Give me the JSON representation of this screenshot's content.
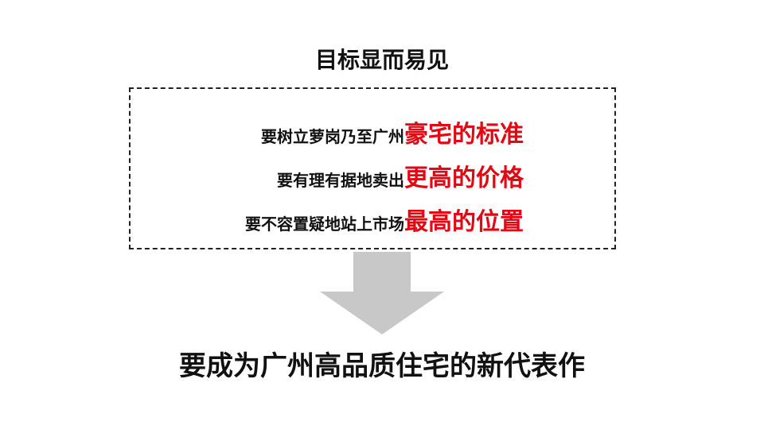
{
  "title": "目标显而易见",
  "lines": [
    {
      "prefix": "要树立萝岗乃至广州",
      "highlight": "豪宅的标准"
    },
    {
      "prefix": "要有理有据地卖出",
      "highlight": "更高的价格"
    },
    {
      "prefix": "要不容置疑地站上市场",
      "highlight": "最高的位置"
    }
  ],
  "conclusion": "要成为广州高品质住宅的新代表作",
  "colors": {
    "highlight": "#e30613",
    "arrow": "#c8c8c8",
    "text": "#111111"
  },
  "icons": {
    "arrow": "down-arrow-icon"
  }
}
